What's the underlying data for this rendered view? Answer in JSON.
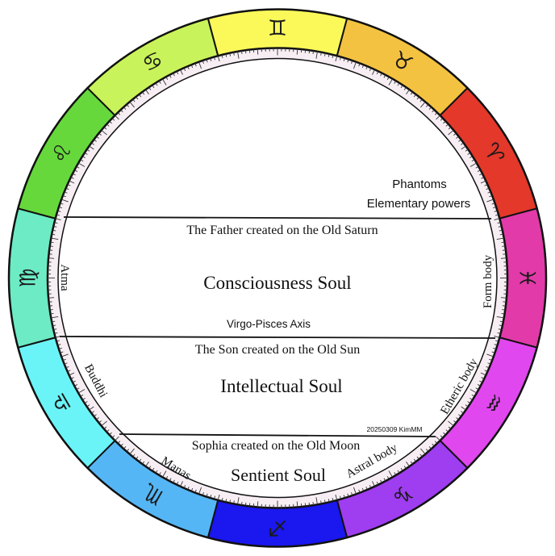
{
  "zodiac": [
    {
      "name": "gemini",
      "symbol": "♊",
      "color": "#fbf95a"
    },
    {
      "name": "taurus",
      "symbol": "♉",
      "color": "#f3c241"
    },
    {
      "name": "aries",
      "symbol": "♈",
      "color": "#e3382a"
    },
    {
      "name": "pisces",
      "symbol": "♓",
      "color": "#e23aa9"
    },
    {
      "name": "aquarius",
      "symbol": "♒",
      "color": "#e047ee"
    },
    {
      "name": "capricorn",
      "symbol": "♑",
      "color": "#9f3df0"
    },
    {
      "name": "sagittarius",
      "symbol": "♐",
      "color": "#1a17ef"
    },
    {
      "name": "scorpio",
      "symbol": "♏",
      "color": "#55b6f5"
    },
    {
      "name": "libra",
      "symbol": "♎",
      "color": "#6bf4f7"
    },
    {
      "name": "virgo",
      "symbol": "♍",
      "color": "#6cebc5"
    },
    {
      "name": "leo",
      "symbol": "♌",
      "color": "#66d83c"
    },
    {
      "name": "cancer",
      "symbol": "♋",
      "color": "#c9f35a"
    }
  ],
  "labels": {
    "phantoms": "Phantoms",
    "elementary_powers": "Elementary powers",
    "father": "The Father created on the Old Saturn",
    "consciousness_soul": "Consciousness Soul",
    "axis": "Virgo-Pisces Axis",
    "son": "The Son created on the Old Sun",
    "intellectual_soul": "Intellectual Soul",
    "sophia": "Sophia created on the Old Moon",
    "sentient_soul": "Sentient Soul",
    "credit": "20250309 KimMM",
    "atma": "Atma",
    "buddhi": "Buddhi",
    "manas": "Manas",
    "form_body": "Form body",
    "etheric_body": "Etheric body",
    "astral_body": "Astral body"
  }
}
